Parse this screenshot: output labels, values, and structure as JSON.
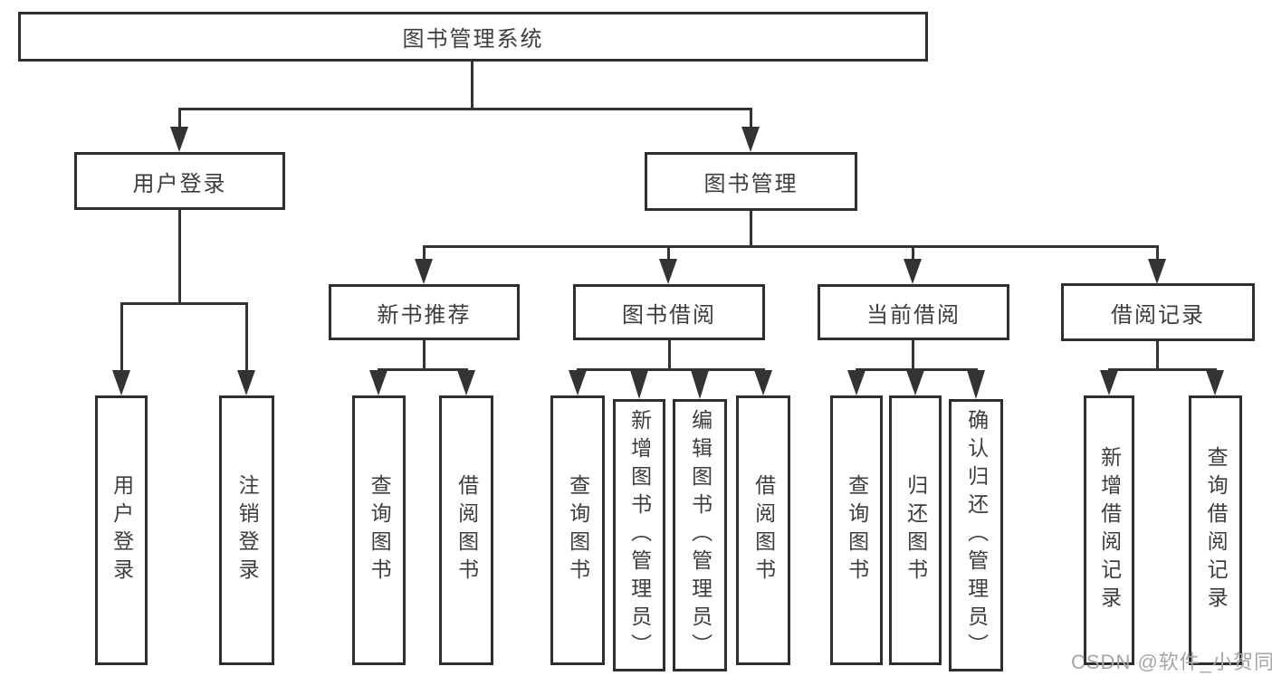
{
  "colors": {
    "background": "#ffffff",
    "line": "#333333",
    "border": "#2e2e2e",
    "text": "#3d3d3d",
    "watermark": "#a6a6a6"
  },
  "nodes": {
    "root": "图书管理系统",
    "level2": [
      "用户登录",
      "图书管理"
    ],
    "level3": [
      "新书推荐",
      "图书借阅",
      "当前借阅",
      "借阅记录"
    ],
    "user_login_children": [
      "用户登录",
      "注销登录"
    ],
    "new_book_children": [
      "查询图书",
      "借阅图书"
    ],
    "book_borrow_children": [
      "查询图书",
      "新增图书（管理员）",
      "编辑图书（管理员）",
      "借阅图书"
    ],
    "current_borrow_children": [
      "查询图书",
      "归还图书",
      "确认归还（管理员）"
    ],
    "borrow_record_children": [
      "新增借阅记录",
      "查询借阅记录"
    ]
  },
  "watermark": "CSDN @软件_小贺同学"
}
